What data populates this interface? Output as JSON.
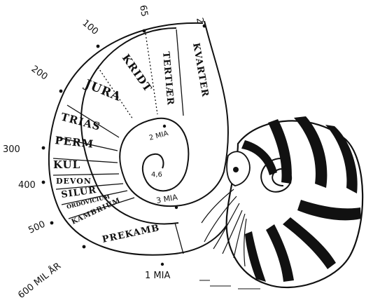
{
  "time_ticks": {
    "t2": "2",
    "t65": "65",
    "t100": "100",
    "t200": "200",
    "t300": "300",
    "t400": "400",
    "t500": "500",
    "t600": "600 MIL ÅR"
  },
  "periods": {
    "kvarter": "KVARTER",
    "tertiaer": "TERTIÆR",
    "kridt": "KRIDT",
    "jura": "JURA",
    "trias": "TRIAS",
    "perm": "PERM",
    "kul": "KUL",
    "devon": "DEVON",
    "silur": "SILUR",
    "ordovicium": "ORDOVICIUM",
    "kambrium": "KAMBRIUM",
    "prekambrium": "PREKAMB"
  },
  "spiral_marks": {
    "m1": "1 MIA",
    "m2": "2 MIA",
    "m3": "3 MIA",
    "center": "4,6"
  },
  "colors": {
    "ink": "#111111",
    "paper": "#ffffff"
  }
}
